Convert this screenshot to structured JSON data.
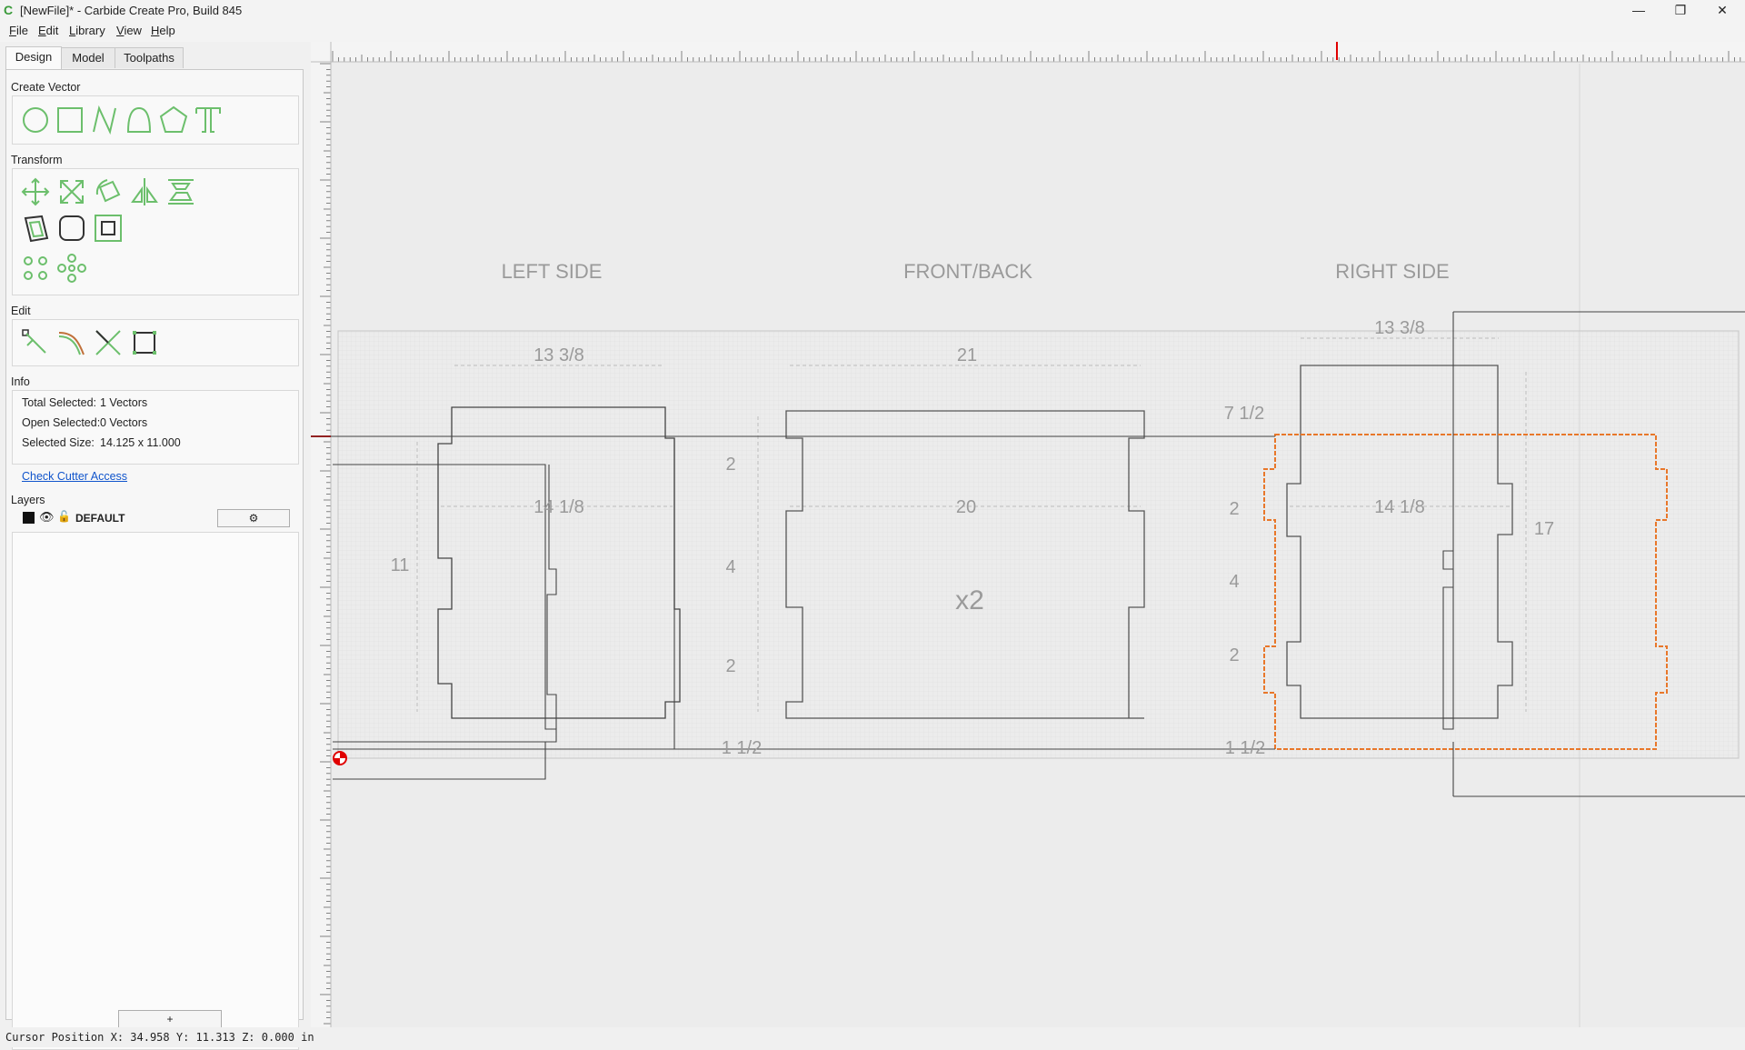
{
  "window": {
    "title": "[NewFile]* - Carbide Create Pro, Build 845",
    "minimize": "—",
    "maximize": "❐",
    "close": "✕"
  },
  "menu": [
    "File",
    "Edit",
    "Library",
    "View",
    "Help"
  ],
  "tabs": [
    "Design",
    "Model",
    "Toolpaths"
  ],
  "sections": {
    "create_vector": "Create Vector",
    "transform": "Transform",
    "edit": "Edit",
    "info": "Info",
    "layers": "Layers"
  },
  "info": {
    "total_selected_label": "Total Selected:",
    "total_selected_value": "1 Vectors",
    "open_selected_label": "Open Selected:",
    "open_selected_value": "0 Vectors",
    "selected_size_label": "Selected Size:",
    "selected_size_value": "14.125 x 11.000",
    "check_cutter_access": "Check Cutter Access"
  },
  "layers": [
    {
      "name": "DEFAULT",
      "color": "#111111"
    }
  ],
  "add_layer_button": "+",
  "status": "Cursor Position X: 34.958 Y: 11.313 Z: 0.000 in",
  "canvas": {
    "headings": {
      "left": "LEFT SIDE",
      "front": "FRONT/BACK",
      "right": "RIGHT SIDE"
    },
    "dims": {
      "left_top": "13 3/8",
      "left_mid": "14 1/8",
      "left_height": "11",
      "front_top": "21",
      "front_mid": "20",
      "front_label": "x2",
      "front_2a": "2",
      "front_4": "4",
      "front_2b": "2",
      "front_1_5": "1 1/2",
      "right_top": "13 3/8",
      "right_mid": "14 1/8",
      "right_7_5": "7 1/2",
      "right_2a": "2",
      "right_4": "4",
      "right_2b": "2",
      "right_1_5": "1 1/2",
      "right_17": "17"
    },
    "colors": {
      "selection": "#e8772a",
      "vector": "#333333",
      "dim": "#b5b5b5",
      "tool_icon": "#6cbf6c"
    }
  }
}
